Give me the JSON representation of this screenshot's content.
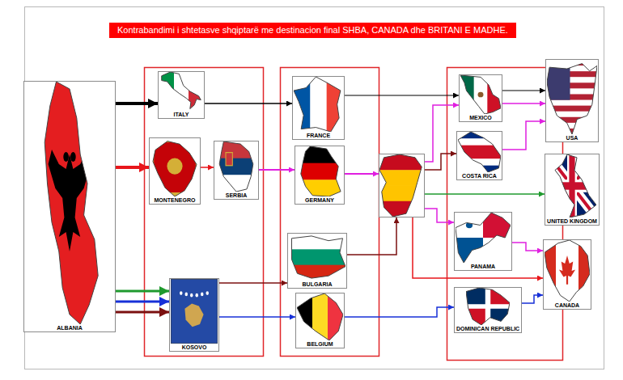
{
  "diagram": {
    "title": "Kontrabandimi i shtetasve shqiptarë me destinacion final SHBA, CANADA dhe BRITANI E MADHE.",
    "nodes": [
      {
        "text": [
          "ALBANIA"
        ]
      },
      {
        "text": [
          "ITALY"
        ]
      },
      {
        "text": [
          "MONTENEGRO"
        ]
      },
      {
        "text": [
          "SERBIA"
        ]
      },
      {
        "text": [
          "KOSOVO"
        ]
      },
      {
        "text": [
          "FRANCE"
        ]
      },
      {
        "text": [
          "GERMANY"
        ]
      },
      {
        "text": [
          "BULGARIA"
        ]
      },
      {
        "text": [
          "BELGIUM"
        ]
      },
      {
        "text": []
      },
      {
        "text": [
          "MEXICO"
        ]
      },
      {
        "text": [
          "COSTA RICA"
        ]
      },
      {
        "text": [
          "PANAMA"
        ]
      },
      {
        "text": [
          "DOMINICAN REPUBLIC"
        ]
      },
      {
        "text": [
          "USA"
        ]
      },
      {
        "text": [
          "UNITED KINGDOM"
        ]
      },
      {
        "text": [
          "CANADA"
        ]
      }
    ],
    "edges": [
      {
        "from": 0,
        "to": 1,
        "arrow": "to"
      },
      {
        "from": 0,
        "to": 2,
        "arrow": "to"
      },
      {
        "from": 0,
        "to": 4,
        "arrow": "to"
      },
      {
        "from": 0,
        "to": 4,
        "arrow": "to"
      },
      {
        "from": 0,
        "to": 4,
        "arrow": "to"
      },
      {
        "from": 1,
        "to": 5,
        "arrow": "to"
      },
      {
        "from": 2,
        "to": 3,
        "arrow": "to"
      },
      {
        "from": 3,
        "to": 6,
        "arrow": "to"
      },
      {
        "from": 4,
        "to": 7,
        "arrow": "to"
      },
      {
        "from": 4,
        "to": 8,
        "arrow": "to"
      },
      {
        "from": 5,
        "to": 10,
        "arrow": "to"
      },
      {
        "from": 6,
        "to": 9,
        "arrow": "to"
      },
      {
        "from": 7,
        "to": 9,
        "arrow": "to"
      },
      {
        "from": 8,
        "to": 13,
        "arrow": "to"
      },
      {
        "from": 9,
        "to": 10,
        "arrow": "to"
      },
      {
        "from": 9,
        "to": 11,
        "arrow": "to"
      },
      {
        "from": 9,
        "to": 15,
        "arrow": "to"
      },
      {
        "from": 9,
        "to": 12,
        "arrow": "to"
      },
      {
        "from": 9,
        "to": 16,
        "arrow": "to"
      },
      {
        "from": 10,
        "to": 14,
        "arrow": "to"
      },
      {
        "from": 10,
        "to": 14,
        "arrow": "to"
      },
      {
        "from": 11,
        "to": 14,
        "arrow": "to"
      },
      {
        "from": 12,
        "to": 16,
        "arrow": "to"
      },
      {
        "from": 13,
        "to": 16,
        "arrow": "to"
      }
    ]
  }
}
